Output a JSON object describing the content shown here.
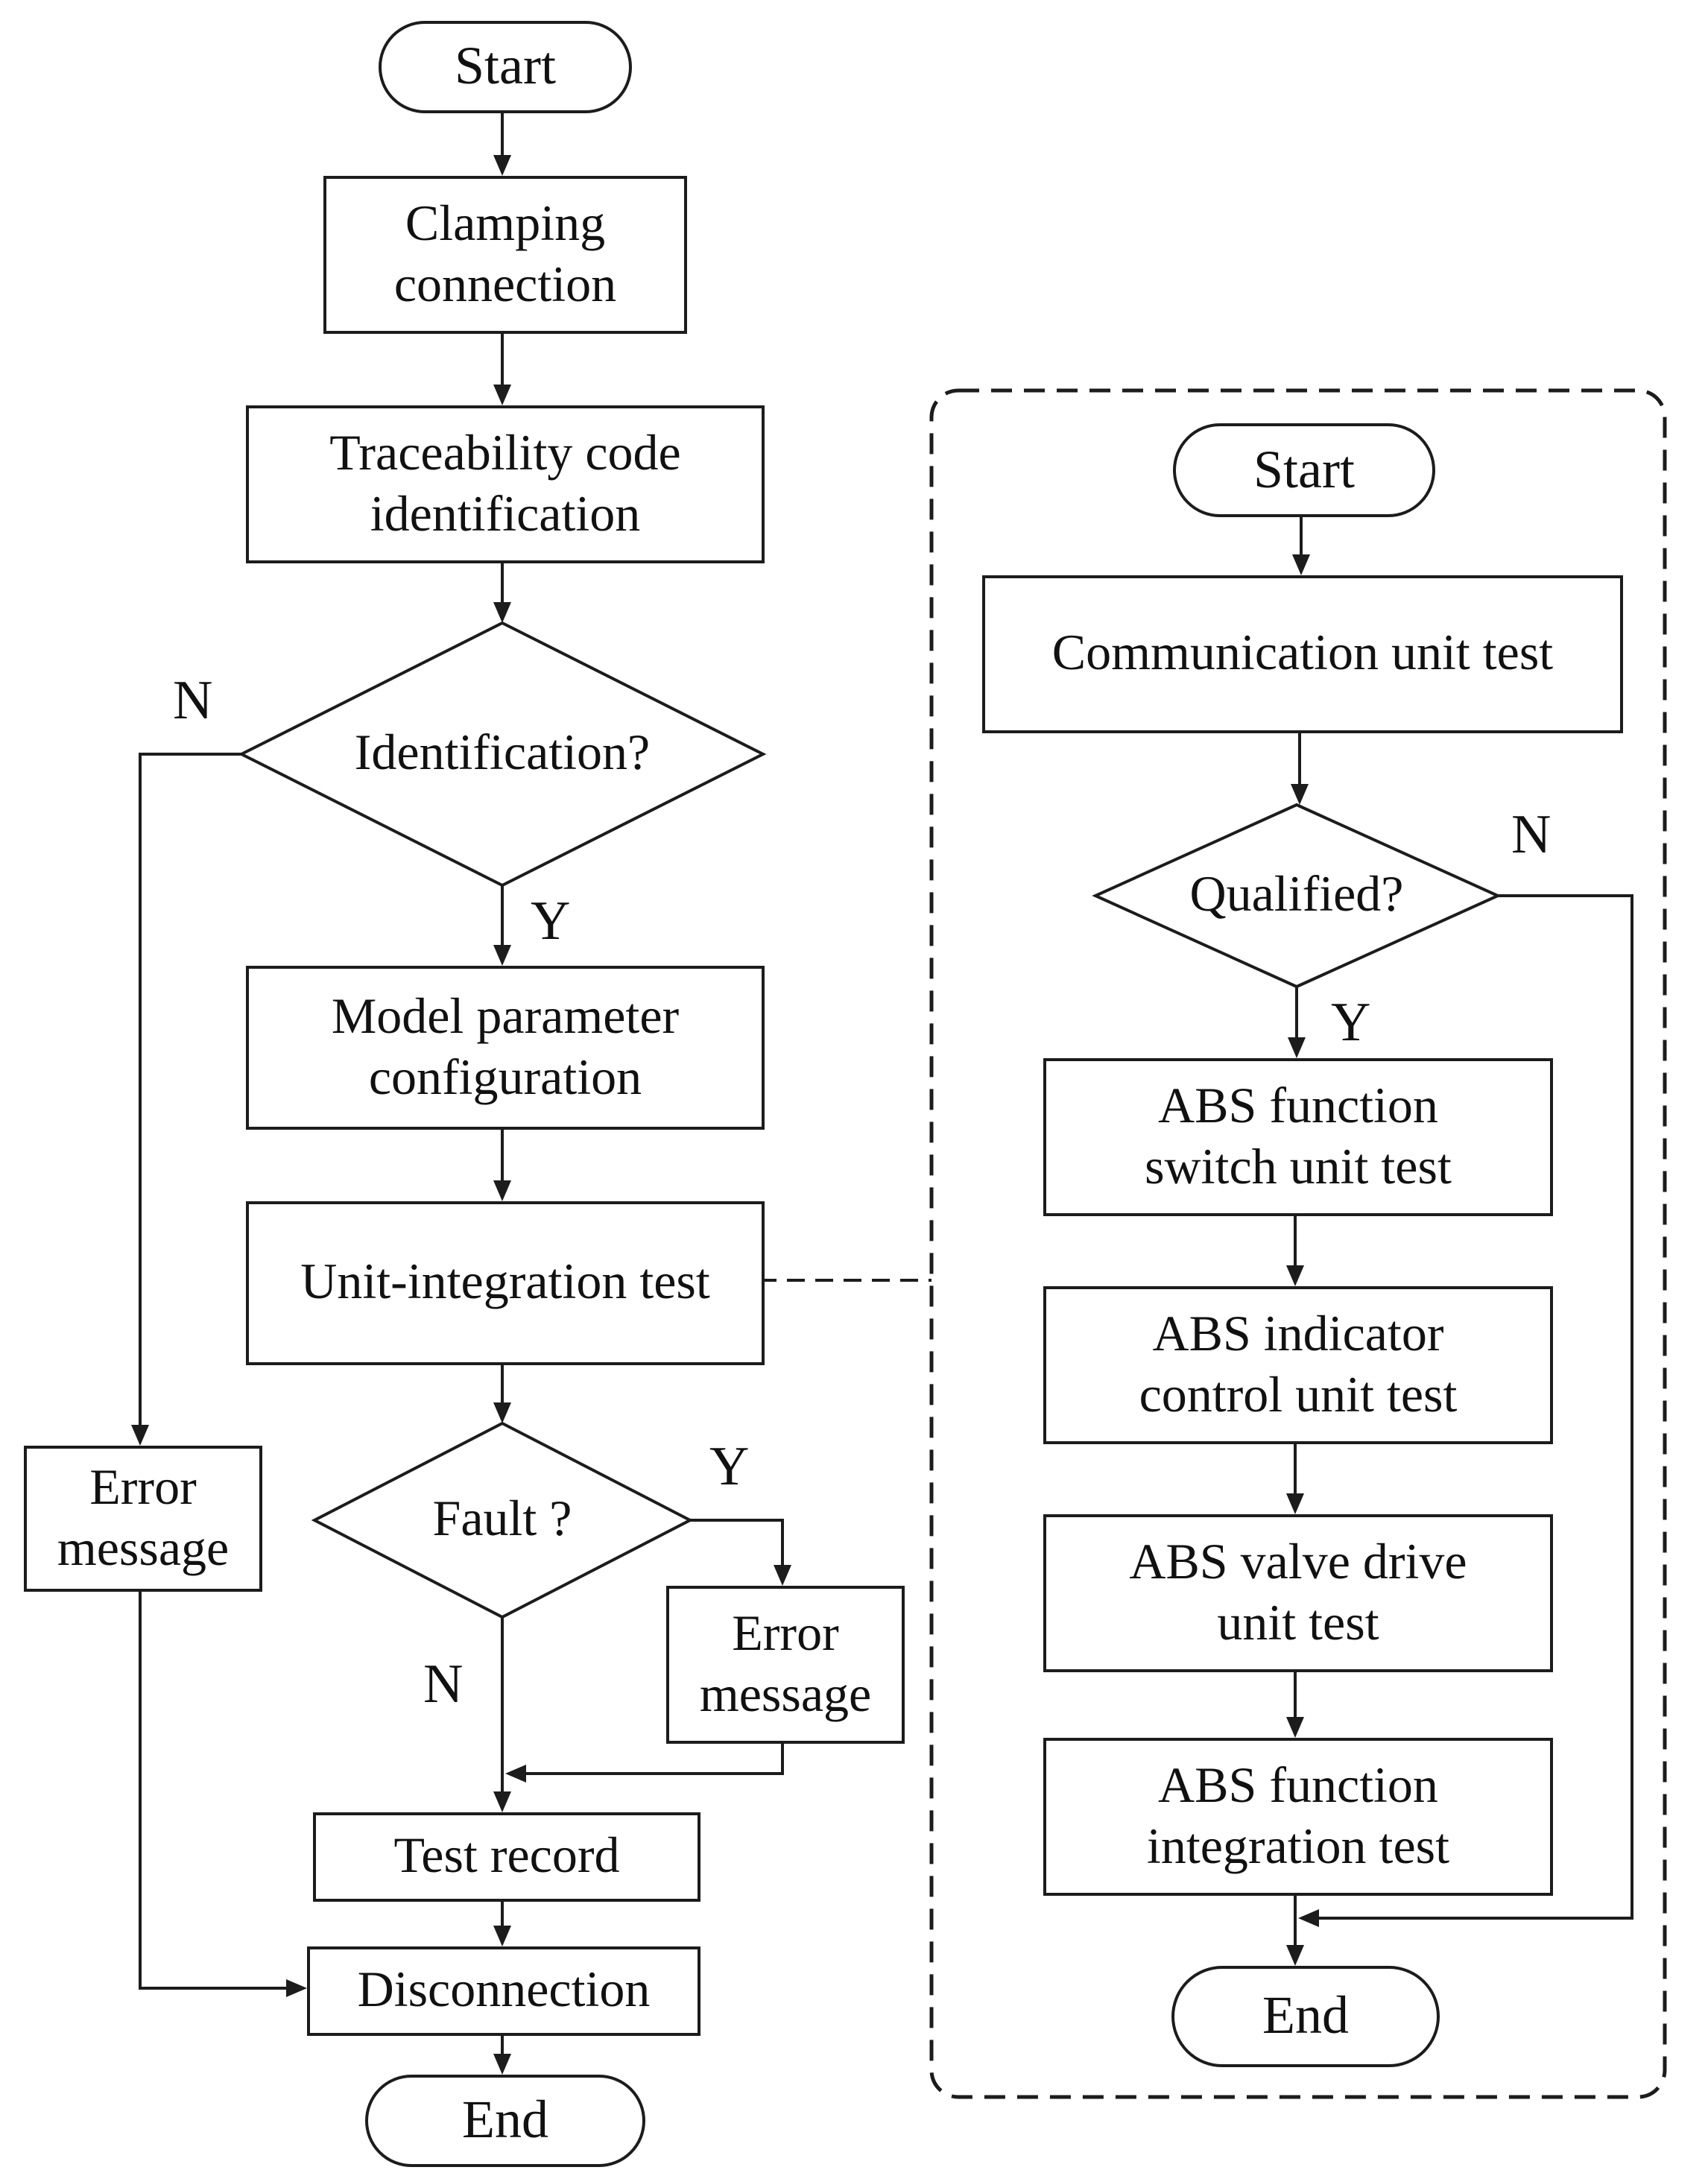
{
  "figure": {
    "type": "flowchart",
    "background_color": "#ffffff",
    "line_color": "#1c1c1c"
  },
  "main_flow": {
    "start_label": "Start",
    "clamping": {
      "lines": [
        "Clamping",
        "connection"
      ]
    },
    "traceability": {
      "lines": [
        "Traceability code",
        "identification"
      ]
    },
    "identification_decision": {
      "label": "Identification?",
      "no_label": "N",
      "yes_label": "Y"
    },
    "model_param": {
      "lines": [
        "Model parameter",
        "configuration"
      ]
    },
    "unit_integration": {
      "label": "Unit-integration test"
    },
    "fault_decision": {
      "label": "Fault ?",
      "yes_label": "Y",
      "no_label": "N"
    },
    "error_message_left": {
      "lines": [
        "Error",
        "message"
      ]
    },
    "error_message_right": {
      "lines": [
        "Error",
        "message"
      ]
    },
    "test_record": {
      "label": "Test record"
    },
    "disconnection": {
      "label": "Disconnection"
    },
    "end_label": "End"
  },
  "sub_flow": {
    "start_label": "Start",
    "communication": {
      "label": "Communication unit test"
    },
    "qualified_decision": {
      "label": "Qualified?",
      "no_label": "N",
      "yes_label": "Y"
    },
    "abs_function_switch": {
      "lines": [
        "ABS function",
        "switch unit test"
      ]
    },
    "abs_indicator": {
      "lines": [
        "ABS indicator",
        "control unit test"
      ]
    },
    "abs_valve": {
      "lines": [
        "ABS valve drive",
        "unit test"
      ]
    },
    "abs_integration": {
      "lines": [
        "ABS function",
        "integration test"
      ]
    },
    "end_label": "End"
  }
}
